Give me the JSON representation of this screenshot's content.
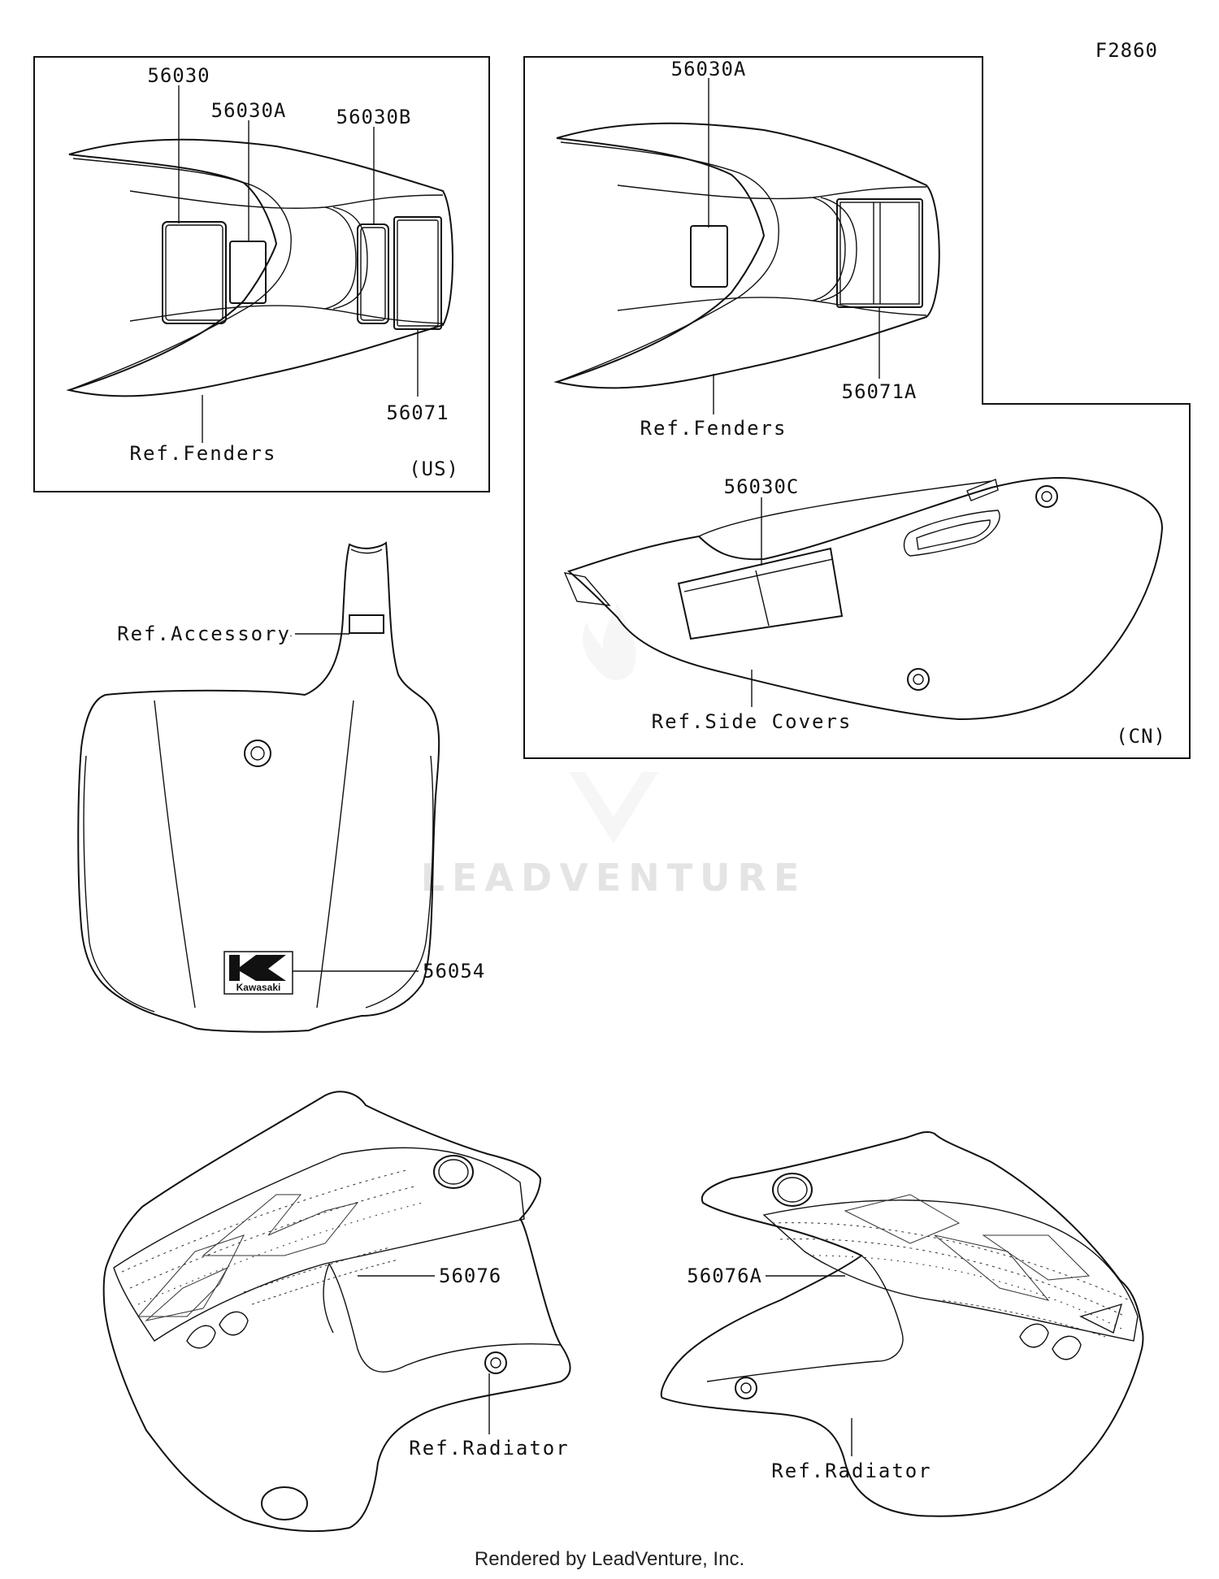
{
  "figure_id": "F2860",
  "watermark": "LEADVENTURE",
  "footer": "Rendered by LeadVenture, Inc.",
  "panels": {
    "us": {
      "region": "(US)",
      "parts": [
        "56030",
        "56030A",
        "56030B",
        "56071"
      ],
      "ref": "Ref.Fenders"
    },
    "cn": {
      "region": "(CN)",
      "parts": [
        "56030A",
        "56071A",
        "56030C"
      ],
      "ref_fenders": "Ref.Fenders",
      "ref_side_covers": "Ref.Side Covers"
    }
  },
  "number_plate": {
    "part": "56054",
    "ref": "Ref.Accessory",
    "emblem_text": "Kawasaki"
  },
  "shroud_left": {
    "part": "56076",
    "ref": "Ref.Radiator"
  },
  "shroud_right": {
    "part": "56076A",
    "ref": "Ref.Radiator"
  }
}
